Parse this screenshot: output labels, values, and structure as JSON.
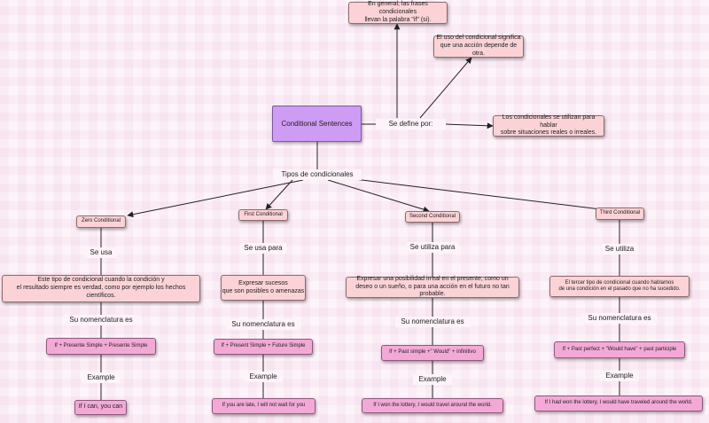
{
  "diagram": {
    "root": "Conditional Sentences",
    "define_label": "Se define por:",
    "definitions": [
      "En general, las frases condicionales\nllevan la palabra \"if\" (si).",
      "El uso del condicional significa\nque una acción depende de otra.",
      "Los condicionales se utilizan para hablar\nsobre situaciones reales o irreales."
    ],
    "types_label": "Tipos de condicionales",
    "types": [
      {
        "title": "Zero Conditional",
        "use_label": "Se usa",
        "use": "Este tipo de condicional cuando la condición y\nel resultado siempre es verdad, como por ejemplo los hechos científicos.",
        "nomenclature_label": "Su nomenclatura es",
        "formula": "If + Presente Simple + Presente Simple",
        "example_label": "Example",
        "example": "If I can, you can"
      },
      {
        "title": "First Conditional",
        "use_label": "Se usa para",
        "use": "Expresar sucesos\nque son posibles o amenazas",
        "nomenclature_label": "Su nomenclatura es",
        "formula": "If + Present Simple + Future Simple",
        "example_label": "Example",
        "example": "If you are late, I will not wait for you"
      },
      {
        "title": "Second Conditional",
        "use_label": "Se utiliza para",
        "use": "Expresar una posibilidad irreal en el presente, como un\ndeseo o un sueño, o para una acción en el futuro no tan probable.",
        "nomenclature_label": "Su nomenclatura es",
        "formula": "If + Past simple +\" Would\" + infinitivo",
        "example_label": "Example",
        "example": "If I won the lottery, I would travel around the world."
      },
      {
        "title": "Third Conditional",
        "use_label": "Se utiliza",
        "use": "El tercer tipo de condicional cuando hablamos\nde una condición en el pasado que no ha sucedido.",
        "nomenclature_label": "Su nomenclatura es",
        "formula": "If + Past perfect + \"Would have\" + past participle",
        "example_label": "Example",
        "example": "If I had won the lottery, I would have traveled around the world."
      }
    ]
  },
  "colors": {
    "background": "#fdf4f9",
    "definition_box": "#fbd3d6",
    "formula_box": "#f3a9d6",
    "root_box": "#cf9cf3",
    "line": "#222222"
  }
}
